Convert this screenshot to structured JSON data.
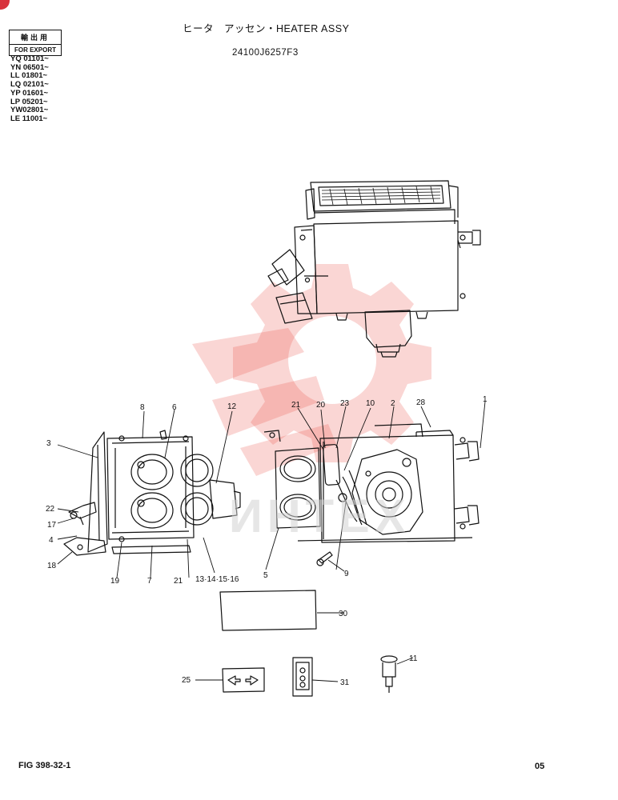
{
  "header": {
    "title": "ヒータ　アッセン・HEATER ASSY",
    "part_number": "24100J6257F3"
  },
  "export_box": {
    "label_jp": "輸出用",
    "label_en": "FOR EXPORT"
  },
  "serials": [
    "YQ 01101~",
    "YN 06501~",
    "LL 01801~",
    "LQ 02101~",
    "YP 01601~",
    "LP 05201~",
    "YW02801~",
    "LE 11001~"
  ],
  "watermark": {
    "text": "ИНТЕХ",
    "color": "#e8453c"
  },
  "callouts": {
    "c1": "1",
    "c2": "2",
    "c3": "3",
    "c4": "4",
    "c5": "5",
    "c6": "6",
    "c7": "7",
    "c8": "8",
    "c9": "9",
    "c10": "10",
    "c11": "11",
    "c12": "12",
    "c13": "13·14·15·16",
    "c17": "17",
    "c18": "18",
    "c19": "19",
    "c20": "20",
    "c21a": "21",
    "c21b": "21",
    "c22": "22",
    "c23": "23",
    "c25": "25",
    "c28": "28",
    "c30": "30",
    "c31": "31"
  },
  "footer": {
    "figure": "FIG 398-32-1",
    "page": "05"
  }
}
